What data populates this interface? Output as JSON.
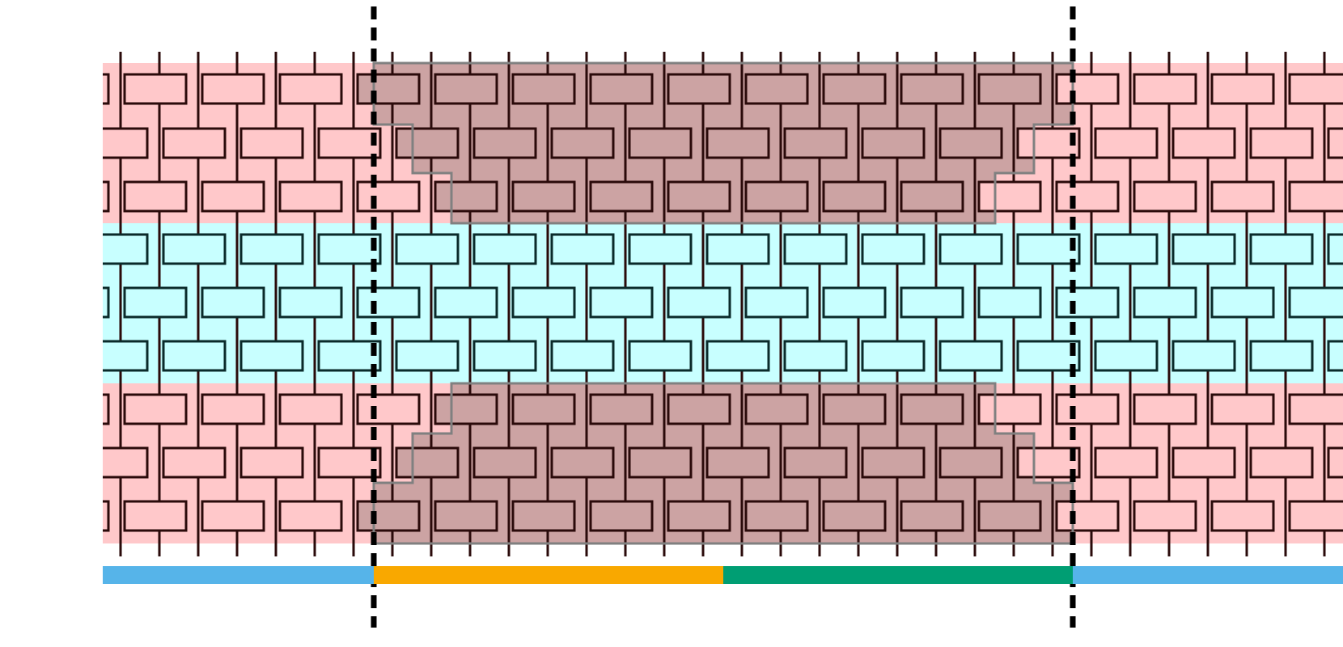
{
  "diagram": {
    "layers": [
      {
        "name": "top-band",
        "color": "#FFC8CA",
        "rows": 3
      },
      {
        "name": "middle-band",
        "color": "#C8FFFF",
        "rows": 3
      },
      {
        "name": "bottom-band",
        "color": "#FFC8CA",
        "rows": 3
      }
    ],
    "shaded_region_color": "#CCA3A3",
    "shaded_region_stroke": "#808080",
    "gate_fill_pink": "#FFC8CA",
    "gate_fill_cyan": "#C8FFFF",
    "gate_fill_shaded": "#CCA3A3",
    "gate_stroke_dark": "#2A0A0A",
    "gate_stroke_cyan": "#0A2A2A",
    "cut_line_color": "#000000",
    "bottom_bar_segments": [
      {
        "name": "left",
        "color": "#56B4E9"
      },
      {
        "name": "center-left",
        "color": "#F9A800"
      },
      {
        "name": "center-right",
        "color": "#009E73"
      },
      {
        "name": "right",
        "color": "#56B4E9"
      }
    ]
  }
}
